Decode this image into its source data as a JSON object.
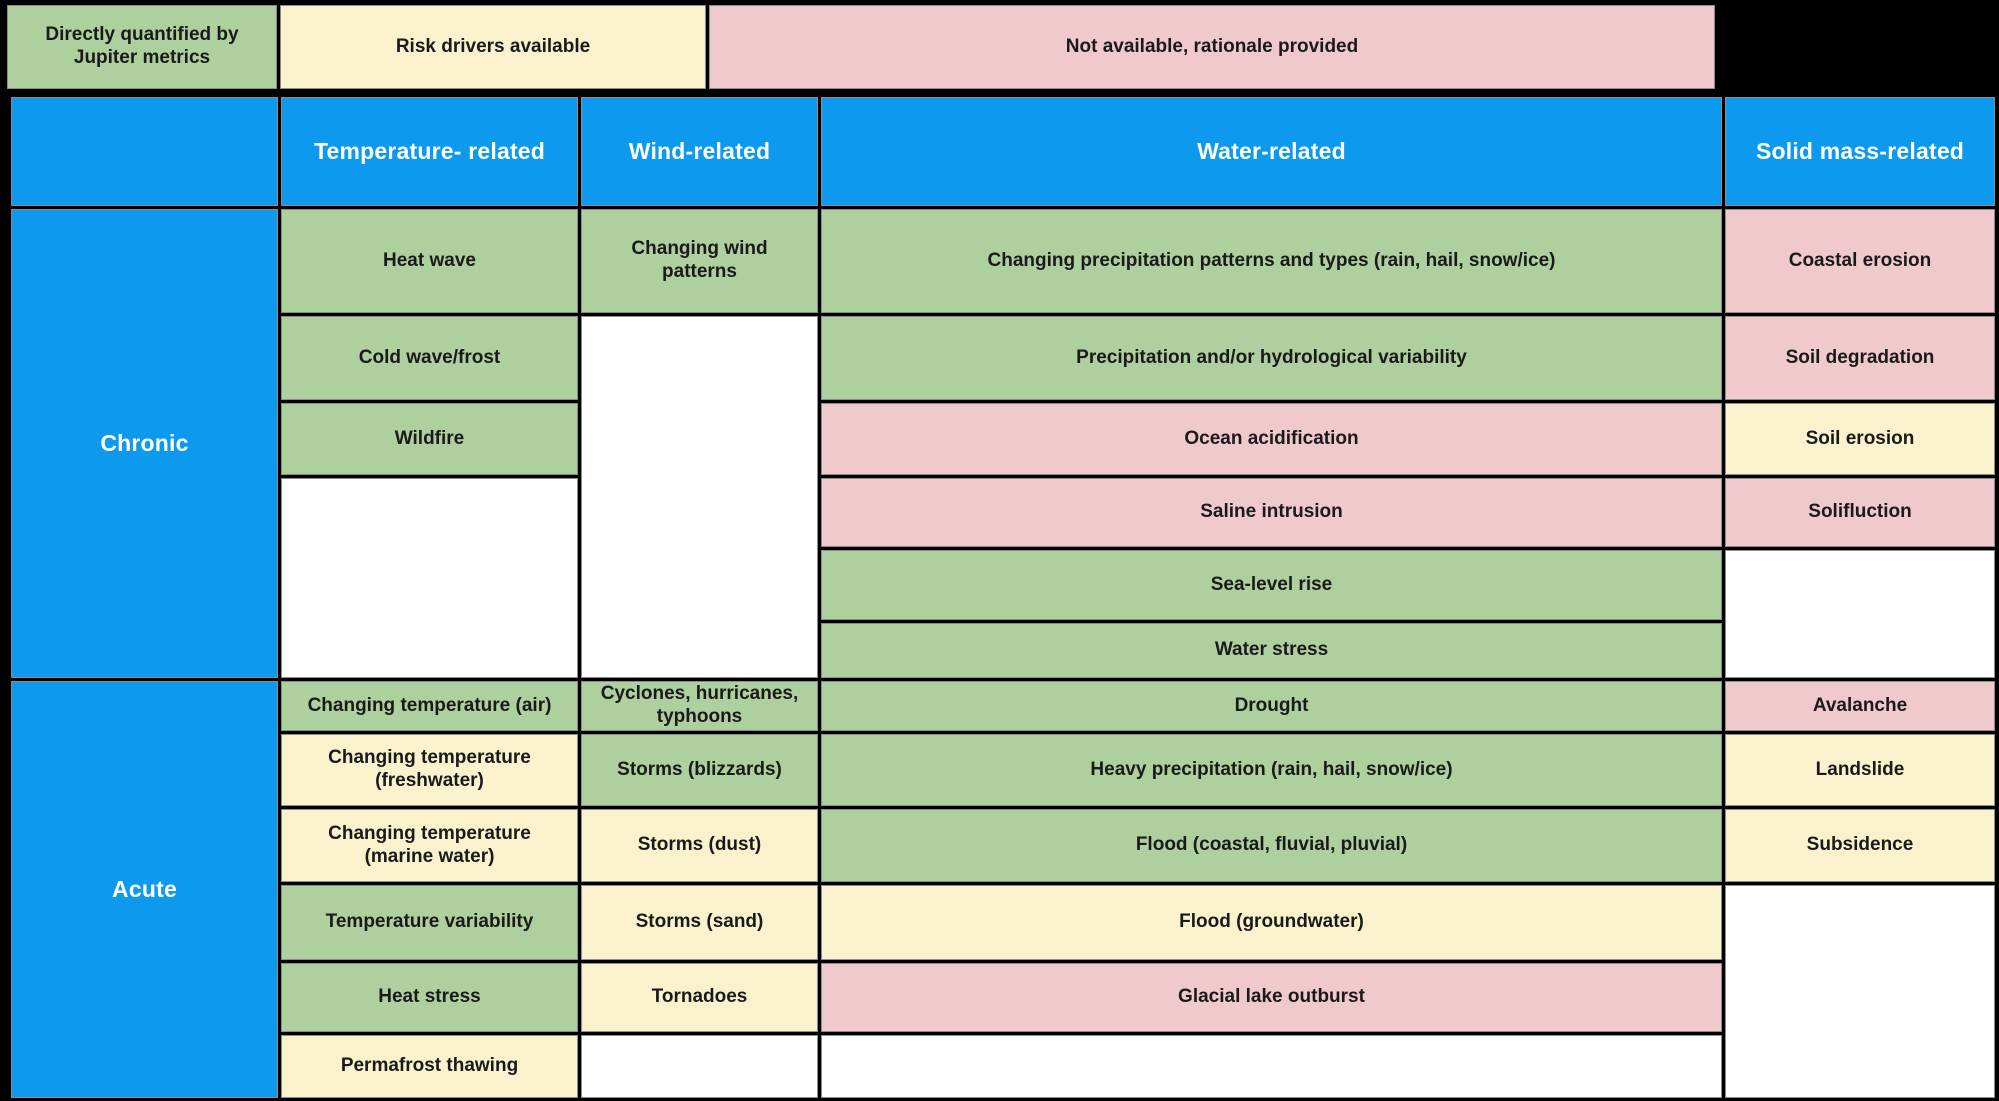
{
  "colors": {
    "quantified": "#aed09e",
    "available": "#faf2cd",
    "na": "#f0c9cd",
    "empty": "#ffffff",
    "header_blue": "#0d9aee",
    "grid_black": "#000000",
    "text_dark": "#1a1a1a",
    "text_light": "#ffffff"
  },
  "chart_data": {
    "type": "table",
    "legend_position": "top",
    "legend": [
      {
        "label": "Directly quantified by Jupiter metrics",
        "status": "quantified",
        "color": "#aed09e"
      },
      {
        "label": "Risk drivers available",
        "status": "available",
        "color": "#faf2cd"
      },
      {
        "label": "Not available, rationale provided",
        "status": "na",
        "color": "#f0c9cd"
      }
    ],
    "columns": [
      "Temperature- related",
      "Wind-related",
      "Water-related",
      "Solid mass-related"
    ],
    "row_groups": [
      {
        "group": "Chronic",
        "rows": [
          {
            "cells": [
              {
                "col": "temperature",
                "label": "Heat wave",
                "status": "quantified"
              },
              {
                "col": "wind",
                "label": "Changing wind patterns",
                "status": "quantified"
              },
              {
                "col": "water",
                "label": "Changing precipitation patterns and types (rain, hail, snow/ice)",
                "status": "quantified"
              },
              {
                "col": "solid_mass",
                "label": "Coastal erosion",
                "status": "na"
              }
            ]
          },
          {
            "cells": [
              {
                "col": "temperature",
                "label": "Cold wave/frost",
                "status": "quantified"
              },
              {
                "col": "wind",
                "label": "",
                "status": "empty",
                "rowspan": 5
              },
              {
                "col": "water",
                "label": "Precipitation and/or hydrological variability",
                "status": "quantified"
              },
              {
                "col": "solid_mass",
                "label": "Soil degradation",
                "status": "na"
              }
            ]
          },
          {
            "cells": [
              {
                "col": "temperature",
                "label": "Wildfire",
                "status": "quantified"
              },
              {
                "col": "water",
                "label": "Ocean acidification",
                "status": "na"
              },
              {
                "col": "solid_mass",
                "label": "Soil erosion",
                "status": "available"
              }
            ]
          },
          {
            "cells": [
              {
                "col": "temperature",
                "label": "",
                "status": "empty",
                "rowspan": 3
              },
              {
                "col": "water",
                "label": "Saline intrusion",
                "status": "na"
              },
              {
                "col": "solid_mass",
                "label": "Solifluction",
                "status": "na"
              }
            ]
          },
          {
            "cells": [
              {
                "col": "water",
                "label": "Sea-level rise",
                "status": "quantified"
              },
              {
                "col": "solid_mass",
                "label": "",
                "status": "empty",
                "rowspan": 2
              }
            ]
          },
          {
            "cells": [
              {
                "col": "water",
                "label": "Water stress",
                "status": "quantified"
              }
            ]
          }
        ]
      },
      {
        "group": "Acute",
        "rows": [
          {
            "cells": [
              {
                "col": "temperature",
                "label": "Changing temperature (air)",
                "status": "quantified"
              },
              {
                "col": "wind",
                "label": "Cyclones, hurricanes, typhoons",
                "status": "quantified"
              },
              {
                "col": "water",
                "label": "Drought",
                "status": "quantified"
              },
              {
                "col": "solid_mass",
                "label": "Avalanche",
                "status": "na"
              }
            ]
          },
          {
            "cells": [
              {
                "col": "temperature",
                "label": "Changing temperature (freshwater)",
                "status": "available"
              },
              {
                "col": "wind",
                "label": "Storms (blizzards)",
                "status": "quantified"
              },
              {
                "col": "water",
                "label": "Heavy precipitation (rain, hail, snow/ice)",
                "status": "quantified"
              },
              {
                "col": "solid_mass",
                "label": "Landslide",
                "status": "available"
              }
            ]
          },
          {
            "cells": [
              {
                "col": "temperature",
                "label": "Changing temperature (marine water)",
                "status": "available"
              },
              {
                "col": "wind",
                "label": "Storms (dust)",
                "status": "available"
              },
              {
                "col": "water",
                "label": "Flood (coastal, fluvial, pluvial)",
                "status": "quantified"
              },
              {
                "col": "solid_mass",
                "label": "Subsidence",
                "status": "available"
              }
            ]
          },
          {
            "cells": [
              {
                "col": "temperature",
                "label": "Temperature variability",
                "status": "quantified"
              },
              {
                "col": "wind",
                "label": "Storms (sand)",
                "status": "available"
              },
              {
                "col": "water",
                "label": "Flood (groundwater)",
                "status": "available"
              },
              {
                "col": "solid_mass",
                "label": "",
                "status": "empty",
                "rowspan": 3
              }
            ]
          },
          {
            "cells": [
              {
                "col": "temperature",
                "label": "Heat stress",
                "status": "quantified"
              },
              {
                "col": "wind",
                "label": "Tornadoes",
                "status": "available"
              },
              {
                "col": "water",
                "label": "Glacial lake outburst",
                "status": "na"
              }
            ]
          },
          {
            "cells": [
              {
                "col": "temperature",
                "label": "Permafrost thawing",
                "status": "available"
              },
              {
                "col": "wind",
                "label": "",
                "status": "empty"
              },
              {
                "col": "water",
                "label": "",
                "status": "empty"
              }
            ]
          }
        ]
      }
    ]
  }
}
